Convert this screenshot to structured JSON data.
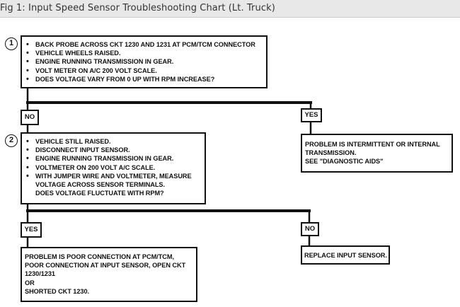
{
  "title": "Fig 1: Input Speed Sensor Troubleshooting Chart (Lt. Truck)",
  "steps": [
    {
      "number": "1",
      "lines": [
        "BACK PROBE ACROSS CKT 1230 AND 1231 AT PCM/TCM CONNECTOR",
        "VEHICLE WHEELS RAISED.",
        "ENGINE RUNNING TRANSMISSION IN GEAR.",
        "VOLT METER ON A/C 200 VOLT SCALE.",
        "DOES VOLTAGE VARY FROM 0 UP WITH RPM INCREASE?"
      ]
    },
    {
      "number": "2",
      "lines": [
        "VEHICLE STILL RAISED.",
        "DISCONNECT INPUT SENSOR.",
        "ENGINE RUNNING TRANSMISSION IN GEAR.",
        "VOLTMETER ON 200 VOLT A/C SCALE.",
        "WITH JUMPER WIRE AND VOLTMETER, MEASURE",
        "VOLTAGE ACROSS SENSOR TERMINALS.",
        "DOES VOLTAGE FLUCTUATE WITH RPM?"
      ]
    }
  ],
  "branches": {
    "step1_no": "NO",
    "step1_yes": "YES",
    "step2_yes": "YES",
    "step2_no": "NO"
  },
  "results": {
    "intermittent": [
      "PROBLEM IS INTERMITTENT OR INTERNAL",
      "TRANSMISSION.",
      "SEE \"DIAGNOSTIC AIDS\""
    ],
    "poor_connection": [
      "PROBLEM IS POOR CONNECTION AT PCM/TCM,",
      "POOR CONNECTION AT INPUT SENSOR, OPEN CKT",
      "1230/1231",
      "OR",
      "SHORTED CKT 1230."
    ],
    "replace_sensor": [
      "REPLACE INPUT SENSOR."
    ]
  }
}
